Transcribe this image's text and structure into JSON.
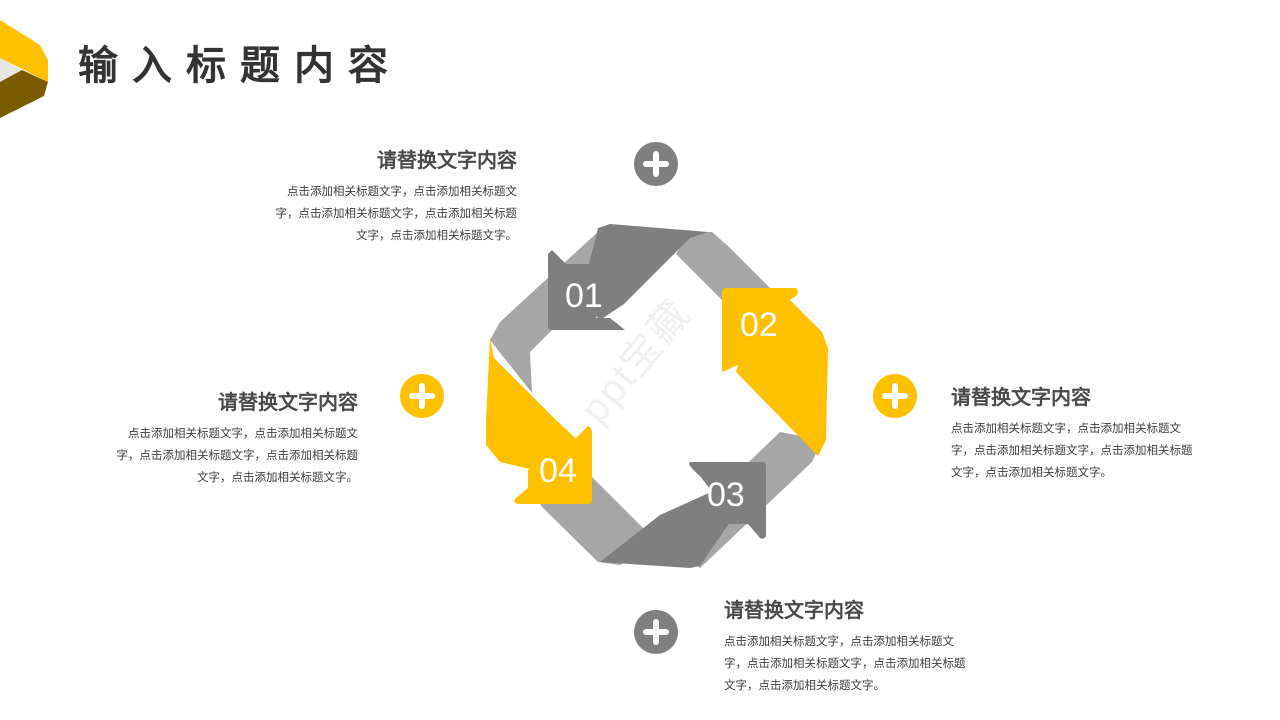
{
  "header": {
    "title": "输入标题内容"
  },
  "colors": {
    "accent_yellow": "#FFC000",
    "dark_gray": "#7F7F7F",
    "light_gray": "#A6A6A6",
    "text": "#404040"
  },
  "diagram": {
    "steps": [
      {
        "number": "01",
        "color": "#7F7F7F"
      },
      {
        "number": "02",
        "color": "#FFC000"
      },
      {
        "number": "03",
        "color": "#7F7F7F"
      },
      {
        "number": "04",
        "color": "#FFC000"
      }
    ],
    "watermark": "ppt宝藏"
  },
  "blocks": [
    {
      "position": "top-left",
      "title": "请替换文字内容",
      "body": "点击添加相关标题文字，点击添加相关标题文字，点击添加相关标题文字，点击添加相关标题文字，点击添加相关标题文字。",
      "icon": "plus-icon",
      "icon_color": "#7F7F7F"
    },
    {
      "position": "left",
      "title": "请替换文字内容",
      "body": "点击添加相关标题文字，点击添加相关标题文字，点击添加相关标题文字，点击添加相关标题文字，点击添加相关标题文字。",
      "icon": "plus-icon",
      "icon_color": "#FFC000"
    },
    {
      "position": "right",
      "title": "请替换文字内容",
      "body": "点击添加相关标题文字，点击添加相关标题文字，点击添加相关标题文字，点击添加相关标题文字，点击添加相关标题文字。",
      "icon": "plus-icon",
      "icon_color": "#FFC000"
    },
    {
      "position": "bottom",
      "title": "请替换文字内容",
      "body": "点击添加相关标题文字，点击添加相关标题文字，点击添加相关标题文字，点击添加相关标题文字，点击添加相关标题文字。",
      "icon": "plus-icon",
      "icon_color": "#7F7F7F"
    }
  ]
}
